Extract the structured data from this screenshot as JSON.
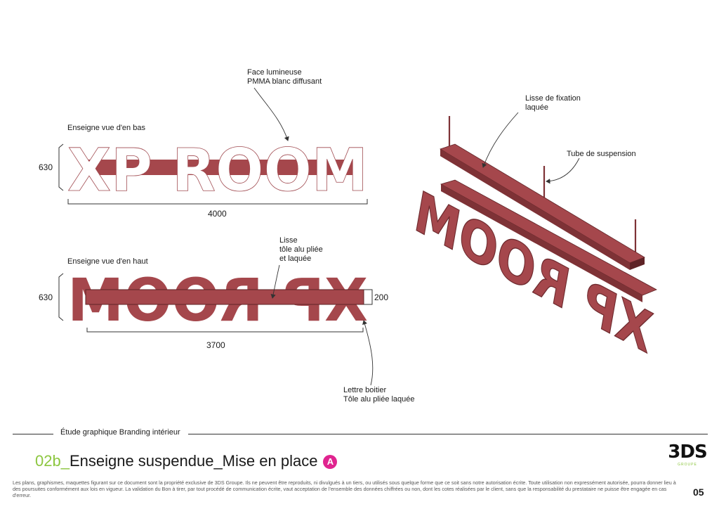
{
  "sign_text": "XP ROOM",
  "labels": {
    "face": [
      "Face lumineuse",
      "PMMA blanc diffusant"
    ],
    "view_bottom": "Enseigne vue d'en bas",
    "view_top": "Enseigne vue d'en haut",
    "rail": [
      "Lisse",
      "tôle alu pliée",
      "et laquée"
    ],
    "letter": [
      "Lettre boitier",
      "Tôle alu pliée laquée"
    ],
    "fix_rail": [
      "Lisse de fixation",
      "laquée"
    ],
    "tube": "Tube de suspension"
  },
  "dimensions": {
    "bottom_height": "630",
    "bottom_width": "4000",
    "top_height": "630",
    "top_width": "3700",
    "rail_depth": "200"
  },
  "footer": {
    "section": "Étude graphique Branding intérieur",
    "title_code": "02b_",
    "title_text": "Enseigne suspendue_Mise en place",
    "revision": "A",
    "legal": "Les plans, graphismes, maquettes figurant sur ce document sont la propriété exclusive de 3DS Groupe. Ils ne peuvent être reproduits, ni divulgués à un tiers, ou utilisés sous quelque forme que ce soit sans notre autorisation écrite. Toute utilisation non expressément autorisée, pourra donner lieu à des poursuites conformément aux lois en vigueur. La validation du Bon à tirer, par tout procédé de communication écrite, vaut acceptation de l'ensemble des données chiffrées ou non, dont les cotes réalisées par le client, sans que la responsabilité du prestataire ne puisse être engagée en cas d'erreur.",
    "page": "05",
    "logo": "3DS",
    "logo_sub": "GROUPE"
  },
  "colors": {
    "sign_red": "#a5474c",
    "sign_dark": "#7e3236",
    "accent_green": "#8cc63f",
    "revision_pink": "#e0248f"
  }
}
